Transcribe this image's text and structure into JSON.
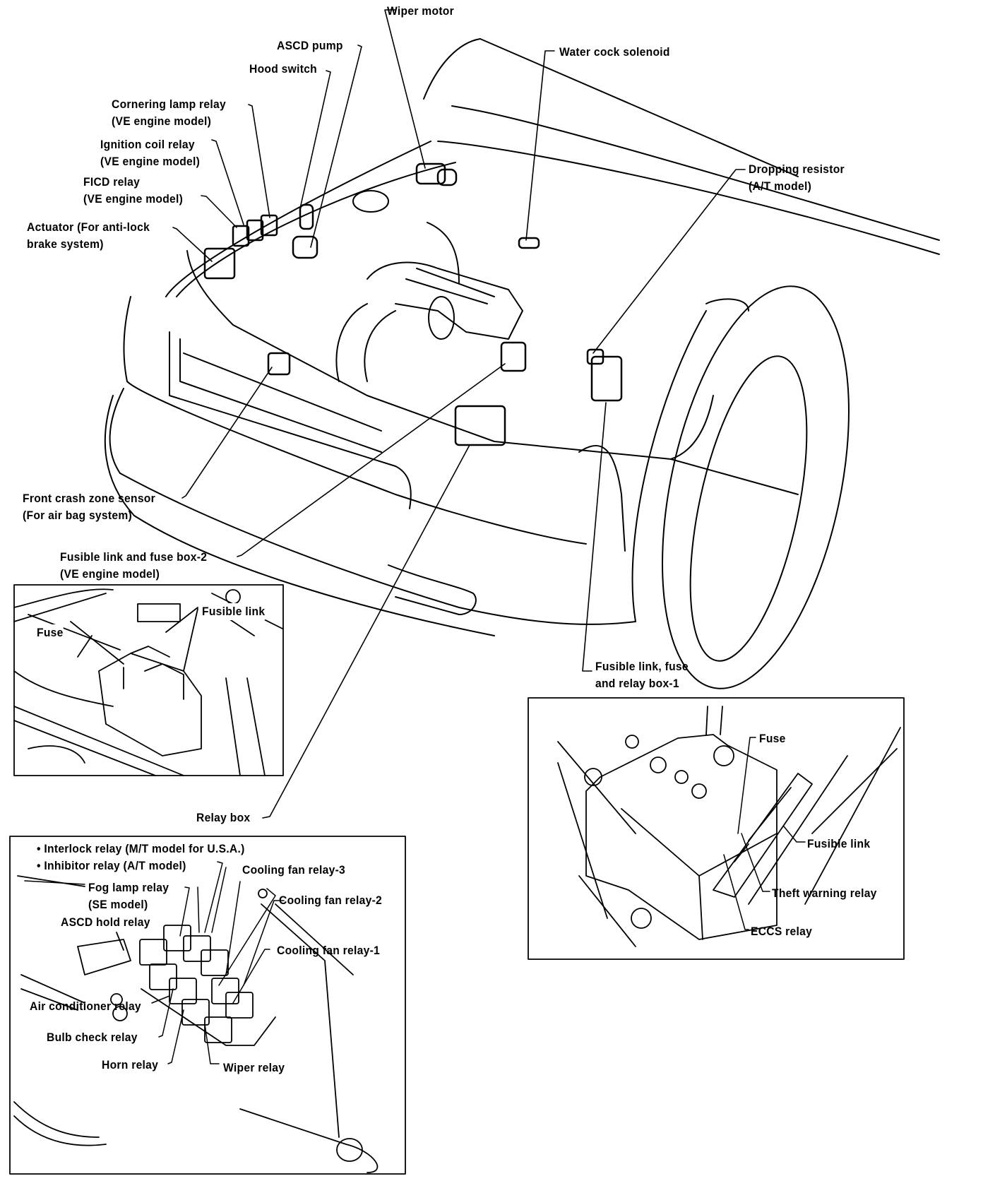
{
  "diagram": {
    "title": "Engine compartment component locations",
    "main_labels": {
      "wiper_motor": "Wiper motor",
      "asco_pump": "ASCD pump",
      "hood_switch": "Hood switch",
      "water_cock_solenoid": "Water cock solenoid",
      "cornering_lamp_relay": [
        "Cornering lamp relay",
        "(VE engine model)"
      ],
      "ignition_coil_relay": [
        "Ignition coil relay",
        "(VE engine model)"
      ],
      "ficd_relay": [
        "FICD relay",
        "(VE engine model)"
      ],
      "actuator": [
        "Actuator (For anti-lock",
        "brake system)"
      ],
      "dropping_resistor": [
        "Dropping resistor",
        "(A/T model)"
      ],
      "front_crash_zone_sensor": [
        "Front crash zone sensor",
        "(For air bag system)"
      ],
      "fusible_link_fuse_box_2": [
        "Fusible link and fuse box-2",
        "(VE engine model)"
      ],
      "fusible_link_fuse_relay_box_1": [
        "Fusible link, fuse",
        "and relay box-1"
      ],
      "relay_box": "Relay box"
    },
    "inset_fuse_box_2": {
      "fuse": "Fuse",
      "fusible_link": "Fusible link"
    },
    "inset_relay_box_1": {
      "fuse": "Fuse",
      "fusible_link": "Fusible link",
      "theft_warning_relay": "Theft warning relay",
      "eccs_relay": "ECCS relay"
    },
    "inset_relay_box": {
      "bullets": [
        "Interlock relay (M/T model for U.S.A.)",
        "Inhibitor relay (A/T model)"
      ],
      "fog_lamp_relay": [
        "Fog lamp relay",
        "(SE model)"
      ],
      "asco_hold_relay": "ASCD hold relay",
      "cooling_fan_relay_3": "Cooling fan relay-3",
      "cooling_fan_relay_2": "Cooling fan relay-2",
      "cooling_fan_relay_1": "Cooling fan relay-1",
      "air_conditioner_relay": "Air conditioner relay",
      "bulb_check_relay": "Bulb check relay",
      "horn_relay": "Horn relay",
      "wiper_relay": "Wiper relay"
    }
  }
}
